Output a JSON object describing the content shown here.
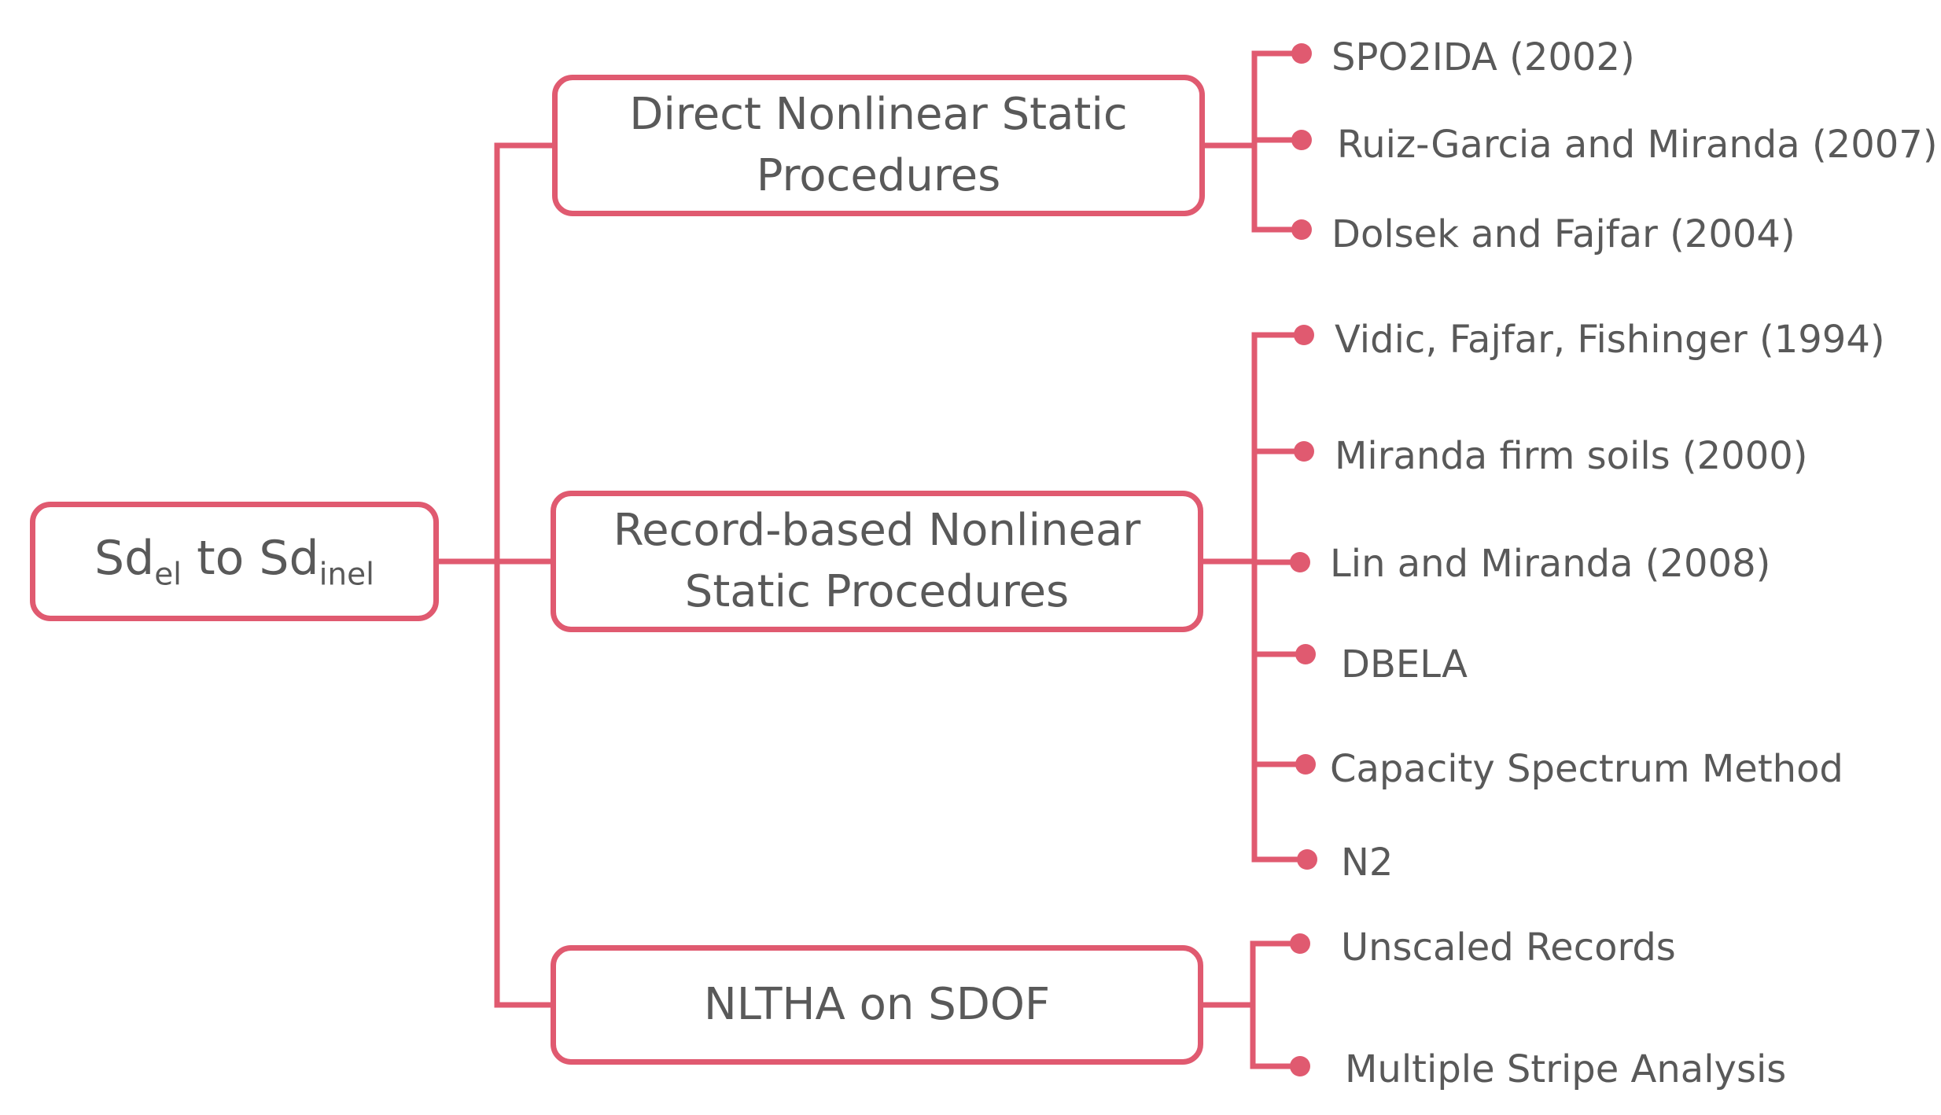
{
  "colors": {
    "line": "#e05a70",
    "text": "#595959"
  },
  "root": {
    "main": "Sd",
    "sub1": "el",
    "mid": " to Sd",
    "sub2": "inel"
  },
  "categories": [
    {
      "label": "Direct Nonlinear Static Procedures",
      "items": [
        "SPO2IDA (2002)",
        "Ruiz-Garcia and Miranda (2007)",
        "Dolsek and Fajfar (2004)"
      ]
    },
    {
      "label": "Record-based Nonlinear Static Procedures",
      "items": [
        "Vidic, Fajfar, Fishinger (1994)",
        "Miranda firm soils (2000)",
        "Lin and Miranda (2008)",
        "DBELA",
        "Capacity Spectrum Method",
        "N2"
      ]
    },
    {
      "label": "NLTHA on SDOF",
      "items": [
        "Unscaled Records",
        "Multiple Stripe Analysis"
      ]
    }
  ]
}
